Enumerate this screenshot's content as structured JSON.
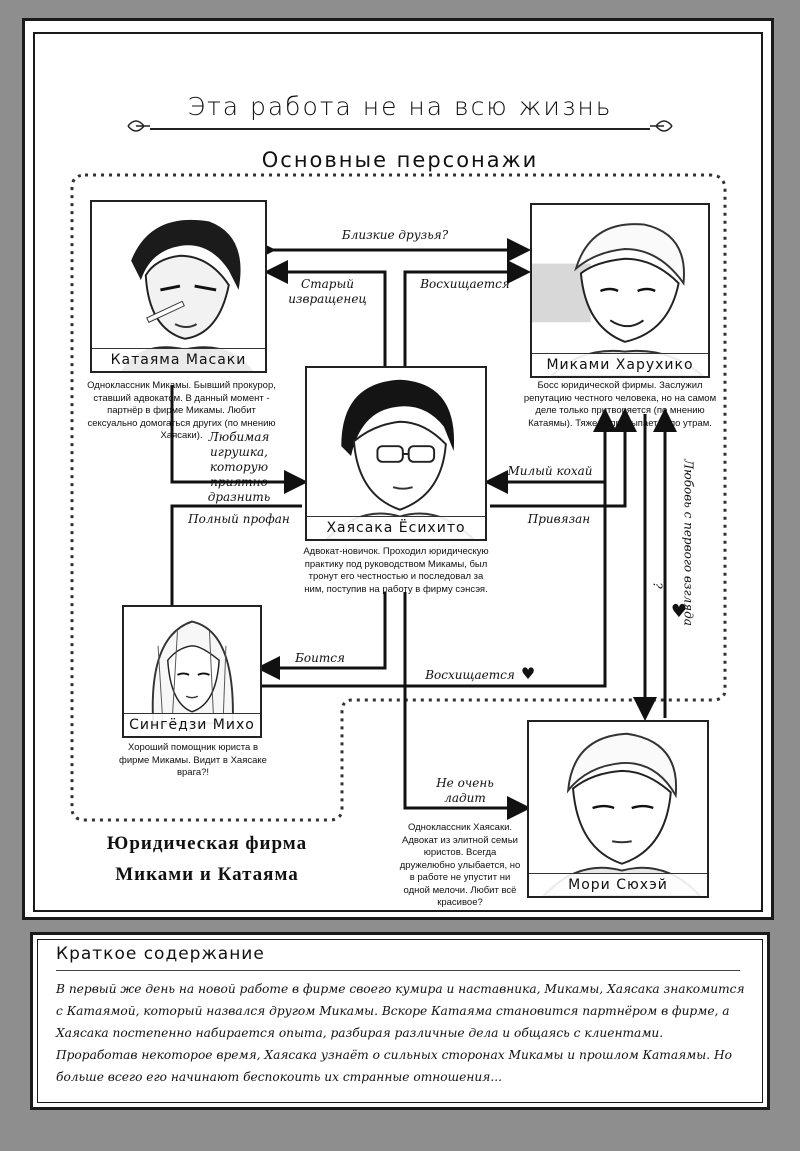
{
  "header": {
    "title": "Эта работа не на всю жизнь",
    "subtitle": "Основные персонажи"
  },
  "characters": {
    "katayama": {
      "name": "Катаяма Масаки",
      "description": "Одноклассник Микамы. Бывший прокурор, ставший адвокатом. В данный момент - партнёр в фирме Микамы. Любит сексуально домогаться других (по мнению Хаясаки)."
    },
    "mikami": {
      "name": "Миками Харухико",
      "description": "Босс юридической фирмы. Заслужил репутацию честного человека, но на самом деле только притворяется (по мнению Катаямы). Тяжело просыпается по утрам."
    },
    "hayasaka": {
      "name": "Хаясака Ёсихито",
      "description": "Адвокат-новичок. Проходил юридическую практику под руководством Микамы, был тронут его честностью и последовал за ним, поступив на работу в фирму сэнсэя."
    },
    "shingyoji": {
      "name": "Сингёдзи Михо",
      "description": "Хороший помощник юриста в фирме Микамы. Видит в Хаясаке врага?!"
    },
    "mori": {
      "name": "Мори Сюхэй",
      "description": "Одноклассник Хаясаки. Адвокат из элитной семьи юристов. Всегда дружелюбно улыбается, но в работе не упустит ни одной мелочи. Любит всё красивое?"
    }
  },
  "relations": {
    "close_friends": "Близкие друзья?",
    "old_pervert": "Старый извращенец",
    "admires_top": "Восхищается",
    "favorite_toy": "Любимая игрушка, которую приятно дразнить",
    "cute_kohai": "Милый кохай",
    "total_amateur": "Полный профан",
    "attached": "Привязан",
    "love_first_sight": "Любовь с первого взгляда",
    "question": "?",
    "afraid": "Боится",
    "admires_bottom": "Восхищается",
    "not_getting_along": "Не очень ладит"
  },
  "firm": {
    "line1": "Юридическая фирма",
    "line2": "Миками и Катаяма"
  },
  "summary": {
    "title": "Краткое содержание",
    "text": "В первый же день на новой работе в фирме своего кумира и наставника, Микамы, Хаясака знакомится с Катаямой, который назвался другом Микамы. Вскоре Катаяма становится партнёром в фирме, а Хаясака постепенно набирается опыта, разбирая различные дела и общаясь с клиентами. Проработав некоторое время, Хаясака узнаёт о сильных сторонах Микамы и прошлом Катаямы. Но больше всего его начинают беспокоить их странные отношения..."
  }
}
